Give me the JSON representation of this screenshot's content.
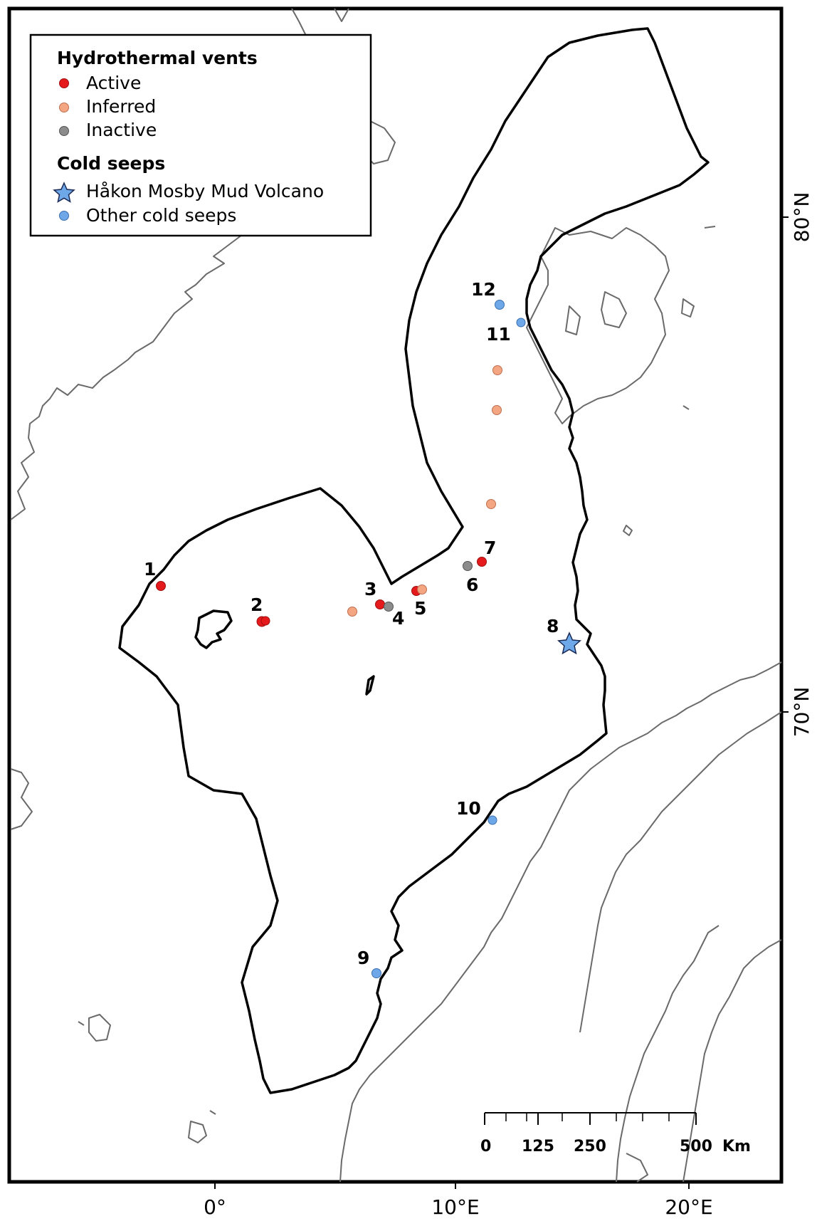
{
  "legend": {
    "vents_title": "Hydrothermal vents",
    "active": "Active",
    "inferred": "Inferred",
    "inactive": "Inactive",
    "seeps_title": "Cold seeps",
    "hmmv": "Håkon Mosby Mud Volcano",
    "other_seeps": "Other cold seeps"
  },
  "colors": {
    "active": "#e41a1c",
    "inferred": "#f4a582",
    "inactive": "#8c8c8c",
    "cold_seep": "#6fa8e8",
    "coastline": "#6a6a6a",
    "boundary": "#000000"
  },
  "axes": {
    "lon_ticks": [
      "0°",
      "10°E",
      "20°E"
    ],
    "lat_ticks": [
      "80°N",
      "70°N"
    ]
  },
  "scale_bar": {
    "labels": [
      "0",
      "125",
      "250",
      "500"
    ],
    "unit": "Km"
  },
  "sites": [
    {
      "label": "1",
      "type": "active"
    },
    {
      "label": "2",
      "type": "active"
    },
    {
      "label": "3",
      "type": "active"
    },
    {
      "label": "4",
      "type": "inactive"
    },
    {
      "label": "5",
      "type": "active"
    },
    {
      "label": "6",
      "type": "inactive"
    },
    {
      "label": "7",
      "type": "active"
    },
    {
      "label": "8",
      "type": "hmmv"
    },
    {
      "label": "9",
      "type": "cold_seep"
    },
    {
      "label": "10",
      "type": "cold_seep"
    },
    {
      "label": "11",
      "type": "cold_seep"
    },
    {
      "label": "12",
      "type": "cold_seep"
    }
  ],
  "unlabeled_points": [
    {
      "type": "inferred"
    },
    {
      "type": "inferred"
    },
    {
      "type": "inferred"
    },
    {
      "type": "inferred"
    },
    {
      "type": "inferred"
    },
    {
      "type": "active"
    }
  ]
}
